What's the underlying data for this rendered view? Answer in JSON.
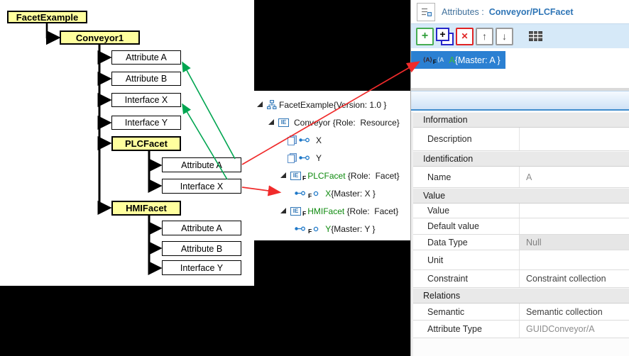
{
  "diagram": {
    "boxes": [
      "FacetExample",
      "Conveyor1",
      "Attribute A",
      "Attribute B",
      "Interface X",
      "Interface Y",
      "PLCFacet",
      "Attribute A",
      "Interface X",
      "HMIFacet",
      "Attribute A",
      "Attribute B",
      "Interface Y"
    ]
  },
  "tree": {
    "ie_badge": "IE",
    "f_badge": "F",
    "items": [
      {
        "name": "FacetExample",
        "rest": "{Version: 1.0 }"
      },
      {
        "name": "Conveyor",
        "rest": " {Role:  Resource}"
      },
      {
        "name": "X",
        "rest": ""
      },
      {
        "name": "Y",
        "rest": ""
      },
      {
        "name": "PLCFacet",
        "rest": " {Role:  Facet}"
      },
      {
        "name": "X",
        "rest": "{Master: X }"
      },
      {
        "name": "HMIFacet",
        "rest": " {Role:  Facet}"
      },
      {
        "name": "Y",
        "rest": "{Master: Y }"
      }
    ]
  },
  "panel": {
    "header": {
      "prefix": "Attributes :",
      "target": "Conveyor/PLCFacet"
    },
    "toolbar": {
      "add": "+",
      "duplicate": "+",
      "delete": "✕",
      "up": "↑",
      "down": "↓"
    },
    "selected": {
      "badge1": "⟨A⟩",
      "badge_f": "F",
      "badge2": "⟨A",
      "name": "A",
      "rest": "{Master: A }"
    },
    "grid": {
      "sections": [
        {
          "title": "Information",
          "rows": [
            {
              "label": "Description",
              "value": ""
            }
          ]
        },
        {
          "title": "Identification",
          "rows": [
            {
              "label": "Name",
              "value": "A"
            }
          ]
        },
        {
          "title": "Value",
          "rows": [
            {
              "label": "Value",
              "value": ""
            },
            {
              "label": "Default value",
              "value": ""
            },
            {
              "label": "Data Type",
              "value": "Null"
            },
            {
              "label": "Unit",
              "value": ""
            },
            {
              "label": "Constraint",
              "value": "Constraint collection"
            }
          ]
        },
        {
          "title": "Relations",
          "rows": [
            {
              "label": "Semantic",
              "value": "Semantic collection"
            },
            {
              "label": "Attribute Type",
              "value": "GUIDConveyor/A"
            }
          ]
        }
      ]
    }
  },
  "colors": {
    "yellow_box": "#ffff9e",
    "arrow_green": "#00a550",
    "arrow_red": "#f02b2b",
    "selection_blue": "#2b80d2",
    "link_blue": "#2e75b6",
    "facet_green": "#0e8a0e"
  }
}
